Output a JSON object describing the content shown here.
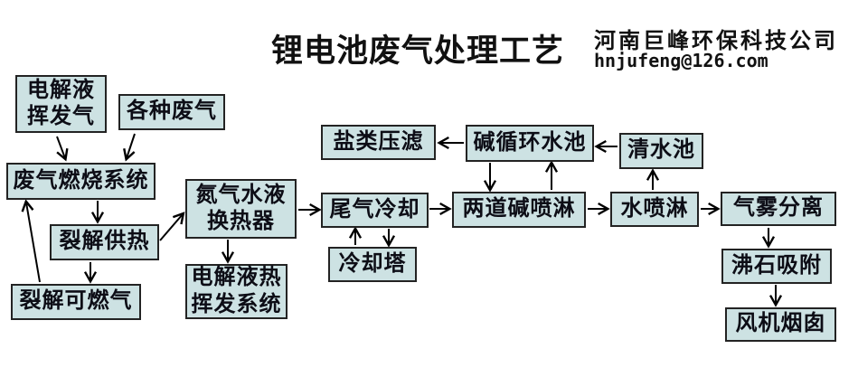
{
  "title": "锂电池废气处理工艺",
  "company": {
    "name": "河南巨峰环保科技公司",
    "email": "hnjufeng@126.com"
  },
  "colors": {
    "box_fill": "#cde2e3",
    "box_border": "#232323",
    "arrow": "#000000",
    "text": "#0d0d16",
    "background": "#ffffff"
  },
  "nodes": {
    "electrolyte_vapor_gas": {
      "label": "电解液\n挥发气"
    },
    "various_waste_gas": {
      "label": "各种废气"
    },
    "waste_gas_combustion_system": {
      "label": "废气燃烧系统"
    },
    "pyrolysis_heat_supply": {
      "label": "裂解供热"
    },
    "pyrolysis_fuel_gas": {
      "label": "裂解可燃气"
    },
    "nitrogen_water_heat_exchanger": {
      "label": "氮气水液\n换热器"
    },
    "electrolyte_thermal_vapor_system": {
      "label": "电解液热\n挥发系统"
    },
    "salt_press_filter": {
      "label": "盐类压滤"
    },
    "tail_gas_cooling": {
      "label": "尾气冷却"
    },
    "cooling_tower": {
      "label": "冷却塔"
    },
    "alkali_circulating_pool": {
      "label": "碱循环水池"
    },
    "clean_water_pool": {
      "label": "清水池"
    },
    "double_alkali_spray": {
      "label": "两道碱喷淋"
    },
    "water_spray": {
      "label": "水喷淋"
    },
    "mist_separation": {
      "label": "气雾分离"
    },
    "zeolite_adsorption": {
      "label": "沸石吸附"
    },
    "fan_chimney": {
      "label": "风机烟囱"
    }
  },
  "edges": [
    {
      "from": "electrolyte_vapor_gas",
      "to": "waste_gas_combustion_system"
    },
    {
      "from": "various_waste_gas",
      "to": "waste_gas_combustion_system"
    },
    {
      "from": "waste_gas_combustion_system",
      "to": "pyrolysis_heat_supply"
    },
    {
      "from": "pyrolysis_heat_supply",
      "to": "pyrolysis_fuel_gas"
    },
    {
      "from": "pyrolysis_fuel_gas",
      "to": "waste_gas_combustion_system"
    },
    {
      "from": "pyrolysis_heat_supply",
      "to": "nitrogen_water_heat_exchanger"
    },
    {
      "from": "nitrogen_water_heat_exchanger",
      "to": "electrolyte_thermal_vapor_system"
    },
    {
      "from": "nitrogen_water_heat_exchanger",
      "to": "tail_gas_cooling"
    },
    {
      "from": "cooling_tower",
      "to": "tail_gas_cooling"
    },
    {
      "from": "tail_gas_cooling",
      "to": "cooling_tower"
    },
    {
      "from": "tail_gas_cooling",
      "to": "double_alkali_spray"
    },
    {
      "from": "alkali_circulating_pool",
      "to": "double_alkali_spray"
    },
    {
      "from": "double_alkali_spray",
      "to": "alkali_circulating_pool"
    },
    {
      "from": "alkali_circulating_pool",
      "to": "salt_press_filter"
    },
    {
      "from": "clean_water_pool",
      "to": "alkali_circulating_pool"
    },
    {
      "from": "double_alkali_spray",
      "to": "water_spray"
    },
    {
      "from": "water_spray",
      "to": "clean_water_pool"
    },
    {
      "from": "water_spray",
      "to": "mist_separation"
    },
    {
      "from": "mist_separation",
      "to": "zeolite_adsorption"
    },
    {
      "from": "zeolite_adsorption",
      "to": "fan_chimney"
    }
  ]
}
